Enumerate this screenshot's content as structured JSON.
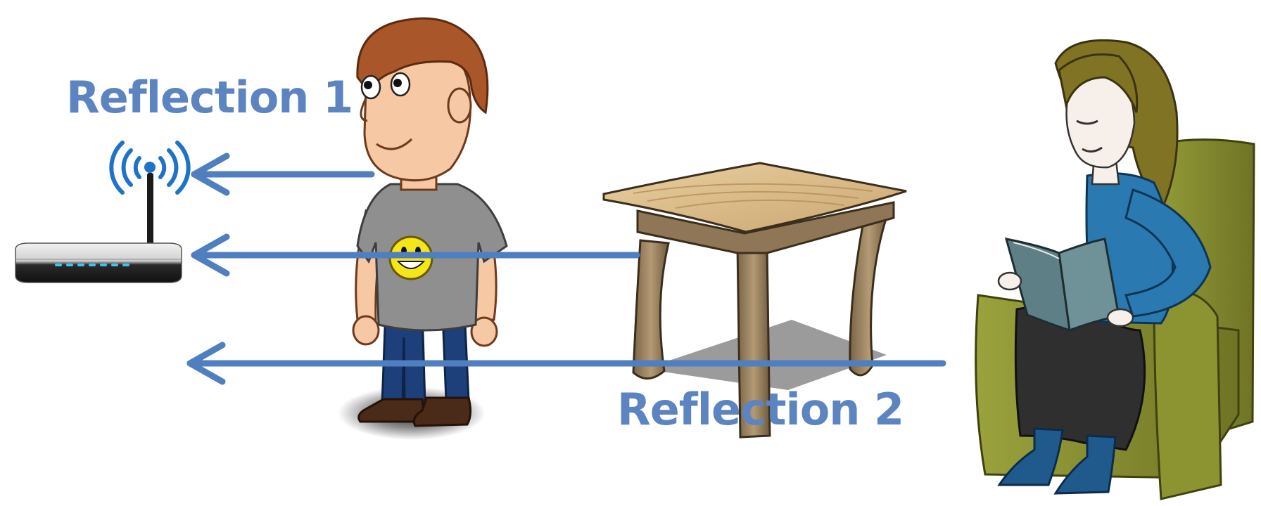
{
  "labels": {
    "reflection_1": "Reflection 1",
    "reflection_2": "Reflection 2"
  },
  "colors": {
    "label": "#5b84c0",
    "arrow": "#4f7fbf",
    "signal_waves": "#1f73c6",
    "router_lights": "#37c8ef"
  },
  "icons": {
    "router": "wifi-router-icon",
    "person_standing": "standing-man",
    "table": "wooden-table",
    "person_seated": "woman-reading-in-armchair"
  }
}
